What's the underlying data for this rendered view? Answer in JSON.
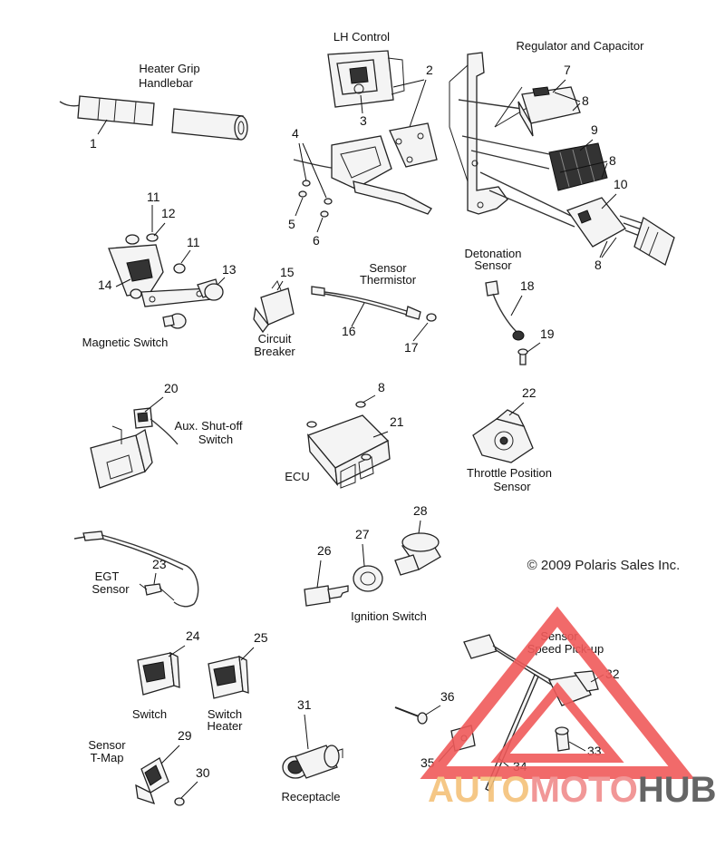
{
  "labels": {
    "heater_grip": "Heater Grip",
    "handlebar": "Handlebar",
    "lh_control": "LH Control",
    "regulator_capacitor": "Regulator and Capacitor",
    "magnetic_switch": "Magnetic Switch",
    "sensor": "Sensor",
    "thermistor": "Thermistor",
    "circuit": "Circuit",
    "breaker": "Breaker",
    "detonation": "Detonation",
    "detonation_sensor": "Sensor",
    "aux_shutoff": "Aux. Shut-off",
    "aux_switch": "Switch",
    "ecu": "ECU",
    "throttle_position": "Throttle Position",
    "throttle_sensor": "Sensor",
    "egt": "EGT",
    "egt_sensor": "Sensor",
    "ignition_switch": "Ignition Switch",
    "switch": "Switch",
    "switch_heater_1": "Switch",
    "switch_heater_2": "Heater",
    "speed_sensor": "Sensor",
    "speed_pickup": "Speed Pick-up",
    "tmap_sensor": "Sensor",
    "tmap": "T-Map",
    "receptacle": "Receptacle",
    "copyright": "© 2009 Polaris Sales Inc."
  },
  "callouts": {
    "c1": "1",
    "c2": "2",
    "c3": "3",
    "c4": "4",
    "c5": "5",
    "c6": "6",
    "c7": "7",
    "c8a": "8",
    "c8b": "8",
    "c8c": "8",
    "c8d": "8",
    "c9": "9",
    "c10": "10",
    "c11a": "11",
    "c11b": "11",
    "c12": "12",
    "c13": "13",
    "c14": "14",
    "c15": "15",
    "c16": "16",
    "c17": "17",
    "c18": "18",
    "c19": "19",
    "c20": "20",
    "c21": "21",
    "c22": "22",
    "c23": "23",
    "c24": "24",
    "c25": "25",
    "c26": "26",
    "c27": "27",
    "c28": "28",
    "c29": "29",
    "c30": "30",
    "c31": "31",
    "c32": "32",
    "c33": "33",
    "c34": "34",
    "c35": "35",
    "c36": "36"
  },
  "watermark": {
    "part1": "AUTO",
    "part2": "MOTO",
    "part3": "HUB",
    "color1": "#f5c27a",
    "color2": "#f08c8c",
    "color3": "#555555",
    "triangle_color": "#f05a5a"
  }
}
